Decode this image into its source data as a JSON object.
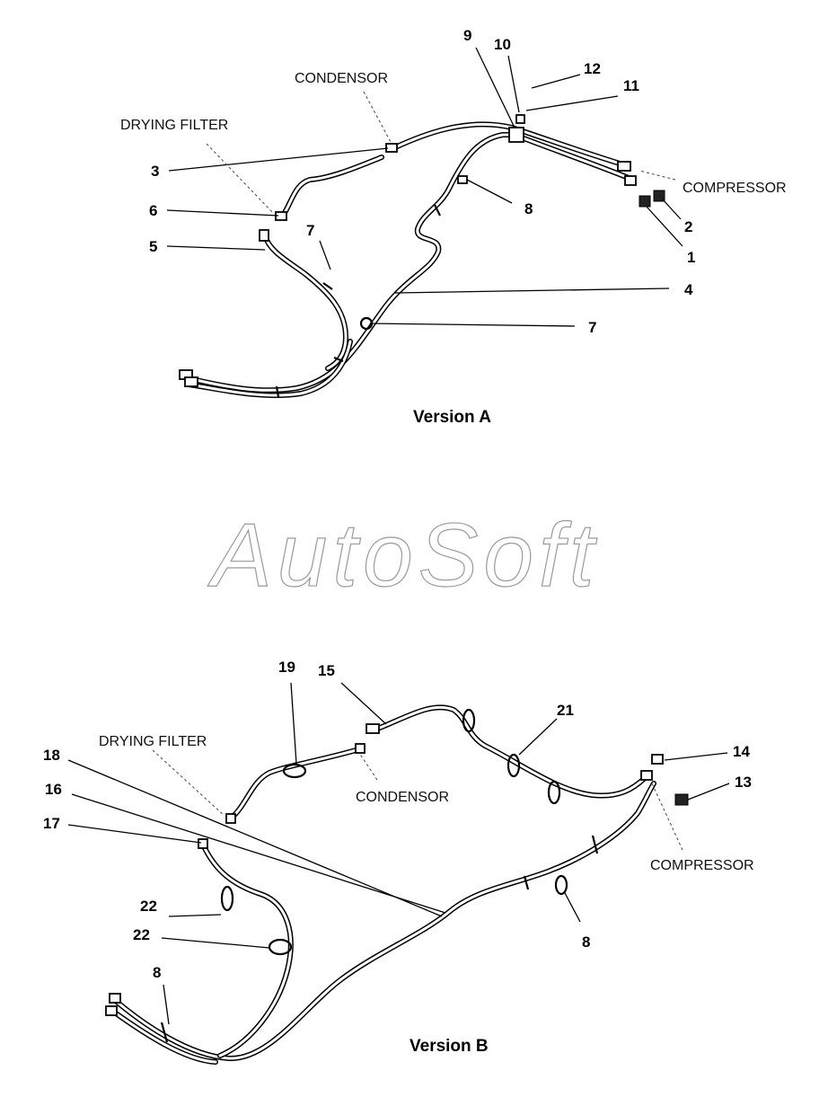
{
  "watermark": "AutoSoft",
  "version_a": {
    "title": "Version A",
    "components": {
      "condensor": "CONDENSOR",
      "drying_filter": "DRYING FILTER",
      "compressor": "COMPRESSOR"
    },
    "callouts": {
      "c1": "1",
      "c2": "2",
      "c3": "3",
      "c4": "4",
      "c5": "5",
      "c6": "6",
      "c7a": "7",
      "c7b": "7",
      "c8": "8",
      "c9": "9",
      "c10": "10",
      "c11": "11",
      "c12": "12"
    }
  },
  "version_b": {
    "title": "Version B",
    "components": {
      "drying_filter": "DRYING FILTER",
      "condensor": "CONDENSOR",
      "compressor": "COMPRESSOR"
    },
    "callouts": {
      "c8a": "8",
      "c8b": "8",
      "c13": "13",
      "c14": "14",
      "c15": "15",
      "c16": "16",
      "c17": "17",
      "c18": "18",
      "c19": "19",
      "c21": "21",
      "c22a": "22",
      "c22b": "22"
    }
  }
}
